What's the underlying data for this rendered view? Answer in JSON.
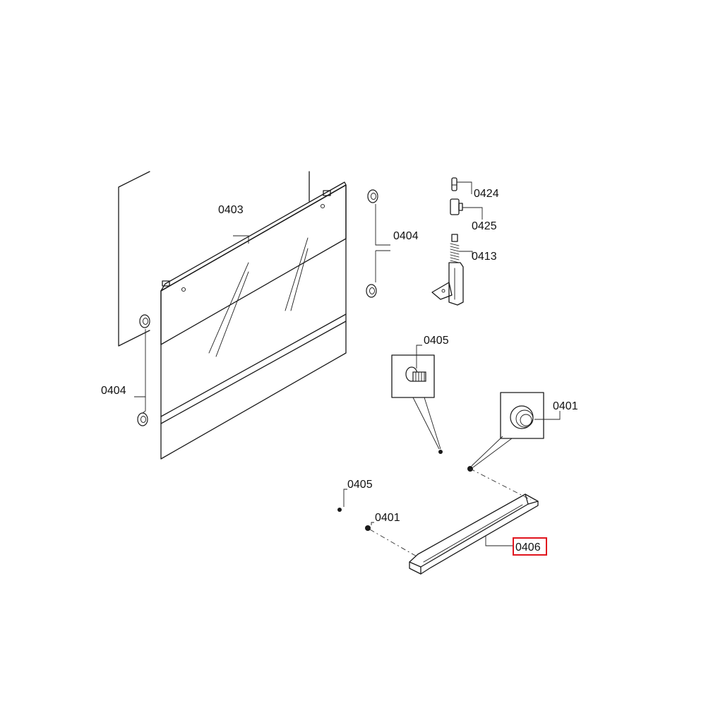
{
  "diagram": {
    "labels": {
      "inner_glass": "0403",
      "glass_bracket_top": "0404",
      "glass_bracket_left": "0404",
      "hinge_pin": "0424",
      "hinge_sleeve": "0425",
      "hinge": "0413",
      "screw_detail": "0405",
      "cap_detail": "0401",
      "screw_left": "0405",
      "cap_left": "0401",
      "handle": "0406"
    },
    "highlight": {
      "part": "0406",
      "color": "#e0141e"
    }
  }
}
